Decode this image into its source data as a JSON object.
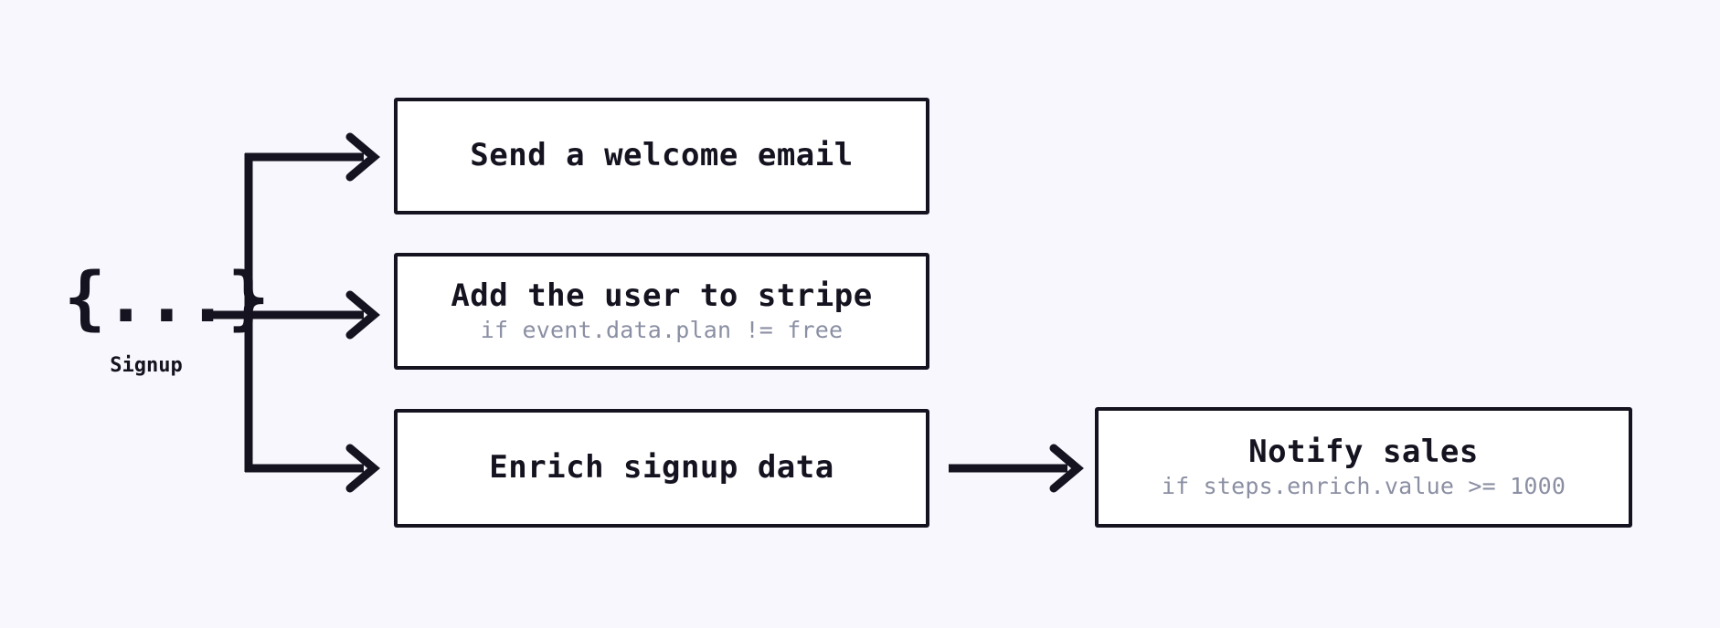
{
  "diagram": {
    "type": "workflow-fanout",
    "background_color": "#f8f7fd",
    "line_color": "#14131f",
    "box_fill": "#ffffff",
    "subtitle_color": "#8b8fa3",
    "trigger": {
      "glyph": "{...}",
      "label": "Signup",
      "icon_name": "json-event-braces-icon"
    },
    "steps": [
      {
        "id": "welcome-email",
        "title": "Send a welcome email",
        "subtitle": ""
      },
      {
        "id": "add-stripe",
        "title": "Add the user to stripe",
        "subtitle": "if event.data.plan != free"
      },
      {
        "id": "enrich-data",
        "title": "Enrich signup data",
        "subtitle": ""
      },
      {
        "id": "notify-sales",
        "title": "Notify sales",
        "subtitle": "if steps.enrich.value >= 1000"
      }
    ],
    "connections": [
      {
        "from": "signup",
        "to": "welcome-email"
      },
      {
        "from": "signup",
        "to": "add-stripe"
      },
      {
        "from": "signup",
        "to": "enrich-data"
      },
      {
        "from": "enrich-data",
        "to": "notify-sales"
      }
    ]
  }
}
